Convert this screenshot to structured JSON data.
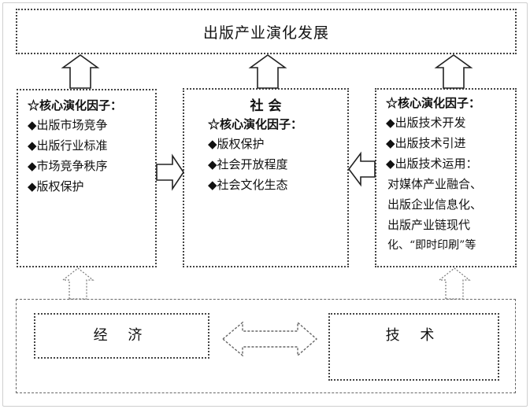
{
  "top": {
    "title": "出版产业演化发展"
  },
  "left_panel": {
    "header": "☆核心演化因子：",
    "items": [
      "◆出版市场竞争",
      "◆出版行业标准",
      "◆市场竞争秩序",
      "◆版权保护"
    ]
  },
  "center_panel": {
    "title": "社 会",
    "header": "☆核心演化因子：",
    "items": [
      "◆版权保护",
      "◆社会开放程度",
      "◆社会文化生态"
    ]
  },
  "right_panel": {
    "header": "☆核心演化因子：",
    "items": [
      "◆出版技术开发",
      "◆出版技术引进",
      "◆出版技术运用：",
      "对媒体产业融合、",
      "出版企业信息化、",
      "出版产业链现代",
      "化、“即时印刷”等"
    ]
  },
  "bottom": {
    "economy_label": "经 济",
    "tech_label": "技 术"
  }
}
